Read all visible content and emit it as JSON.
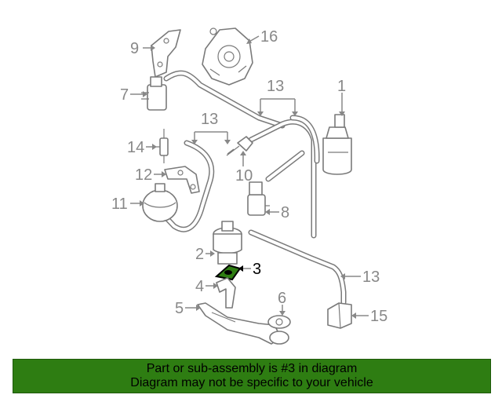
{
  "callouts": {
    "c1": "1",
    "c2": "2",
    "c3": "3",
    "c4": "4",
    "c5": "5",
    "c6": "6",
    "c7": "7",
    "c8": "8",
    "c9": "9",
    "c10": "10",
    "c11": "11",
    "c12": "12",
    "c13a": "13",
    "c13b": "13",
    "c13c": "13",
    "c14": "14",
    "c15": "15",
    "c16": "16"
  },
  "highlight_part": "3",
  "colors": {
    "highlight_fill": "#2e7d12",
    "banner_bg": "#2e7d12",
    "line": "#7a7a7a"
  },
  "banner": {
    "line1": "Part or sub-assembly is #3 in diagram",
    "line2": "Diagram may not be specific to your vehicle"
  }
}
